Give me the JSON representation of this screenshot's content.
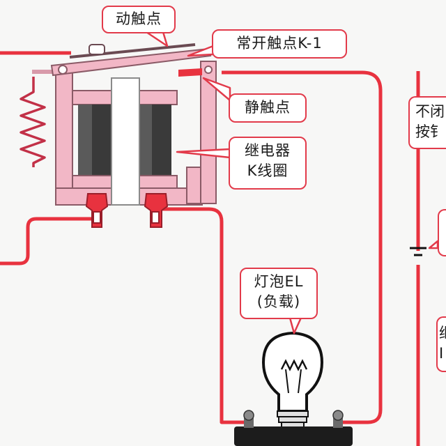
{
  "labels": {
    "moving_contact": "动触点",
    "normally_open_contact": "常开触点K-1",
    "static_contact": "静触点",
    "relay_coil_line1": "继电器",
    "relay_coil_line2": "K线圈",
    "lamp_line1": "灯泡EL",
    "lamp_line2": "(负载)"
  },
  "partial_labels": {
    "button_line1": "不闭",
    "button_line2": "按钅",
    "relay_right_line1": "继",
    "relay_right_line2": "I"
  },
  "colors": {
    "wire": "#e8323f",
    "relay_frame": "#f2b7c6",
    "coil": "#3a3a3a",
    "label_border": "#e23a4a"
  },
  "icons": [
    "spring-icon",
    "coil-icon",
    "light-bulb-icon",
    "battery-icon",
    "terminal-icon"
  ]
}
